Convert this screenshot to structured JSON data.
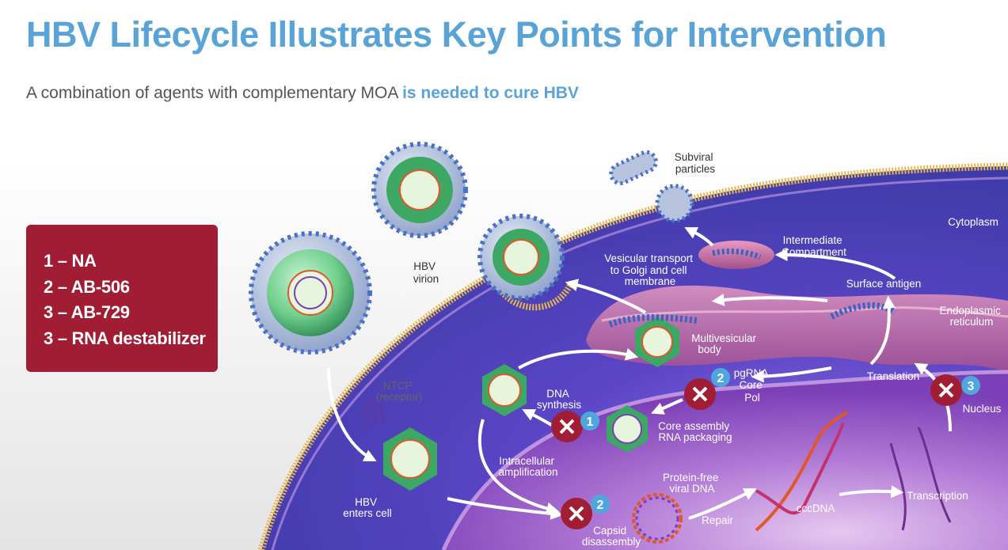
{
  "title": "HBV Lifecycle Illustrates Key Points for Intervention",
  "subtitle": {
    "plain": "A combination of agents with complementary MOA ",
    "highlight": "is needed to cure HBV"
  },
  "legend": [
    "1 – NA",
    "2 – AB-506",
    "3 – AB-729",
    "3 – RNA destabilizer"
  ],
  "diagram": {
    "labels": {
      "subviral_1": "Subviral",
      "subviral_2": "particles",
      "cytoplasm": "Cytoplasm",
      "intermediate_1": "Intermediate",
      "intermediate_2": "Compartment",
      "vesicular_1": "Vesicular transport",
      "vesicular_2": "to Golgi and cell",
      "vesicular_3": "membrane",
      "hbv_virion_1": "HBV",
      "hbv_virion_2": "virion",
      "surface_antigen": "Surface antigen",
      "er_1": "Endoplasmic",
      "er_2": "reticulum",
      "mvb_1": "Multivesicular",
      "mvb_2": "body",
      "ntcp_1": "NTCP",
      "ntcp_2": "(receptor)",
      "dna_synth_1": "DNA",
      "dna_synth_2": "synthesis",
      "pgrna_1": "pgRNA",
      "pgrna_2": "Core",
      "pgrna_3": "Pol",
      "translation": "Translation",
      "nucleus": "Nucleus",
      "core_assembly_1": "Core assembly",
      "core_assembly_2": "RNA packaging",
      "intracellular_1": "Intracellular",
      "intracellular_2": "amplification",
      "protein_free_1": "Protein-free",
      "protein_free_2": "viral DNA",
      "hbv_enters_1": "HBV",
      "hbv_enters_2": "enters cell",
      "capsid_1": "Capsid",
      "capsid_2": "disassembly",
      "repair": "Repair",
      "cccdna": "cccDNA",
      "transcription": "Transcription"
    },
    "markers": {
      "m1": "1",
      "m2a": "2",
      "m2b": "2",
      "m3": "3"
    },
    "colors": {
      "block_red": "#a11d34",
      "badge_blue": "#4fa6dc",
      "membrane": "#e8b84a",
      "cytoplasm_purple": "#5a3fb5",
      "nucleus_purple": "#8c4bc3"
    }
  }
}
